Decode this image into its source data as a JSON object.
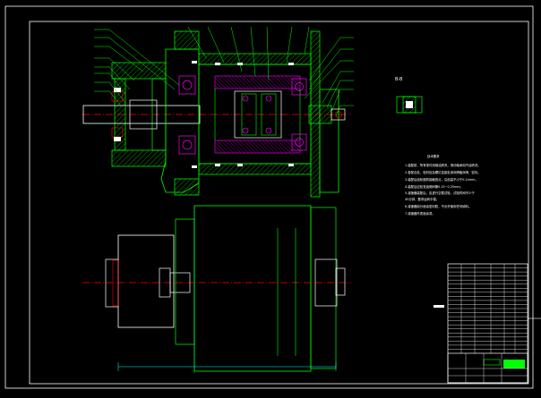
{
  "drawing": {
    "section_label": "B-B",
    "tech_requirements": {
      "heading": "技术要求",
      "items": [
        "1.装配前，所有零件用煤油清洗，滚动轴承用汽油清洗。",
        "2.各配合处，密封处及螺钉连接处用润滑脂润滑，密封。",
        "3.装配后齿轮副的接触斑点，沿齿高不小于0.14mm。",
        "4.装配后应检查齿侧间隙0.15~0.25mm。",
        "5.减速器装配后，应进行空载试验，试验时间不少于",
        "45分钟，要求运转平稳。",
        "6.减速器剖分面涂密封胶，不允许使用任何填料。",
        "7.减速器外表面涂漆。"
      ]
    },
    "title_block": {
      "rows": 22
    }
  },
  "colors": {
    "background": "#000000",
    "outline": "#ffffff",
    "geometry": "#00ff00",
    "hatch": "#00ff00",
    "centerline": "#ff0000",
    "dimension": "#00ffff",
    "callout": "#00ff00",
    "bearing": "#ff00ff",
    "shaft": "#ffffff",
    "block_fill": "#00ff00"
  }
}
